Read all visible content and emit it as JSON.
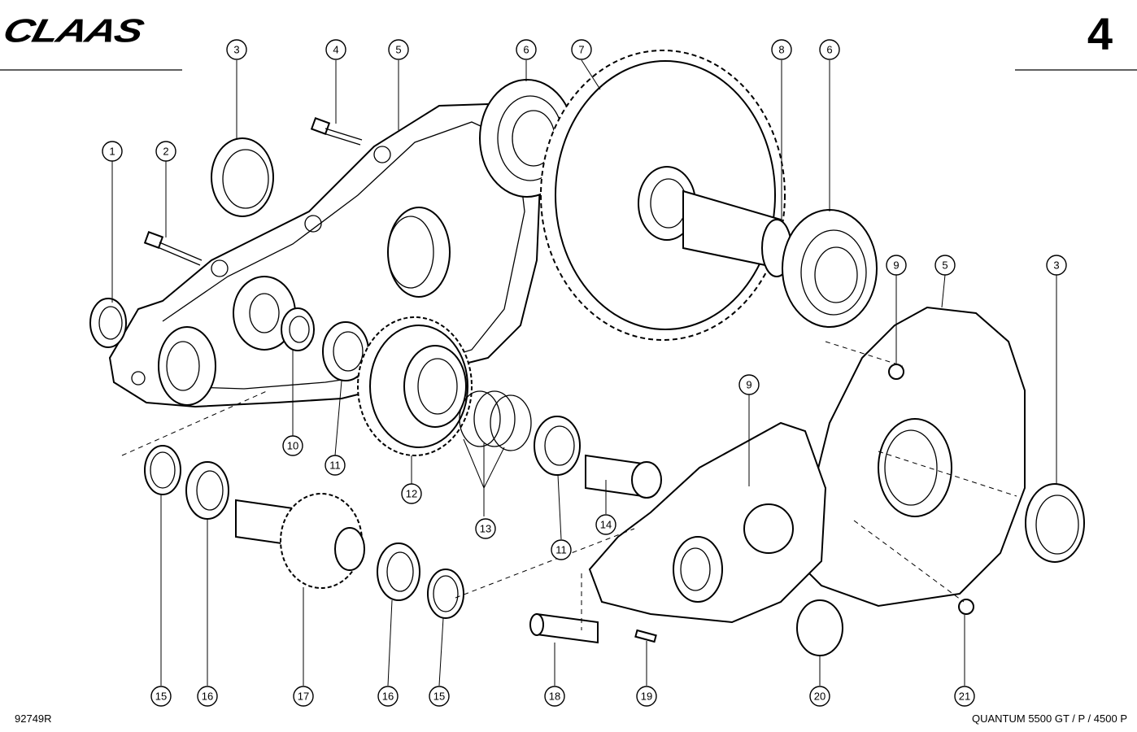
{
  "header": {
    "brand": "CLAAS",
    "page_number": "4"
  },
  "footer": {
    "drawing_number": "92749R",
    "model": "QUANTUM  5500 GT / P / 4500 P"
  },
  "callouts": {
    "c1": "1",
    "c2": "2",
    "c3a": "3",
    "c3b": "3",
    "c4": "4",
    "c5a": "5",
    "c5b": "5",
    "c6a": "6",
    "c6b": "6",
    "c7": "7",
    "c8": "8",
    "c9a": "9",
    "c9b": "9",
    "c10": "10",
    "c11a": "11",
    "c11b": "11",
    "c12": "12",
    "c13": "13",
    "c14": "14",
    "c15a": "15",
    "c15b": "15",
    "c16a": "16",
    "c16b": "16",
    "c17": "17",
    "c18": "18",
    "c19": "19",
    "c20": "20",
    "c21": "21"
  }
}
